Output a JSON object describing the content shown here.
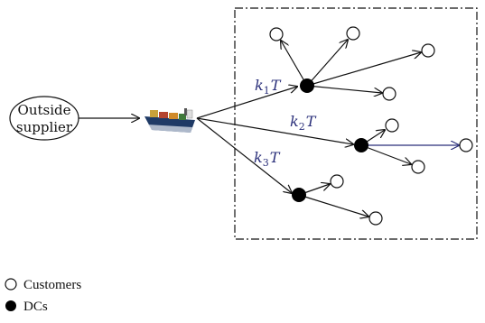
{
  "supplier": {
    "line1": "Outside",
    "line2": "supplier"
  },
  "routes": [
    {
      "k": "k",
      "sub": "1",
      "t": "T"
    },
    {
      "k": "k",
      "sub": "2",
      "t": "T"
    },
    {
      "k": "k",
      "sub": "3",
      "t": "T"
    }
  ],
  "legend": {
    "customers": "Customers",
    "dcs": "DCs"
  },
  "colors": {
    "line": "#111111",
    "highlight": "#2a2f7a",
    "node_fill": "#000000",
    "customer_fill": "#ffffff"
  },
  "icons": {
    "ship": "cargo-ship-icon"
  }
}
